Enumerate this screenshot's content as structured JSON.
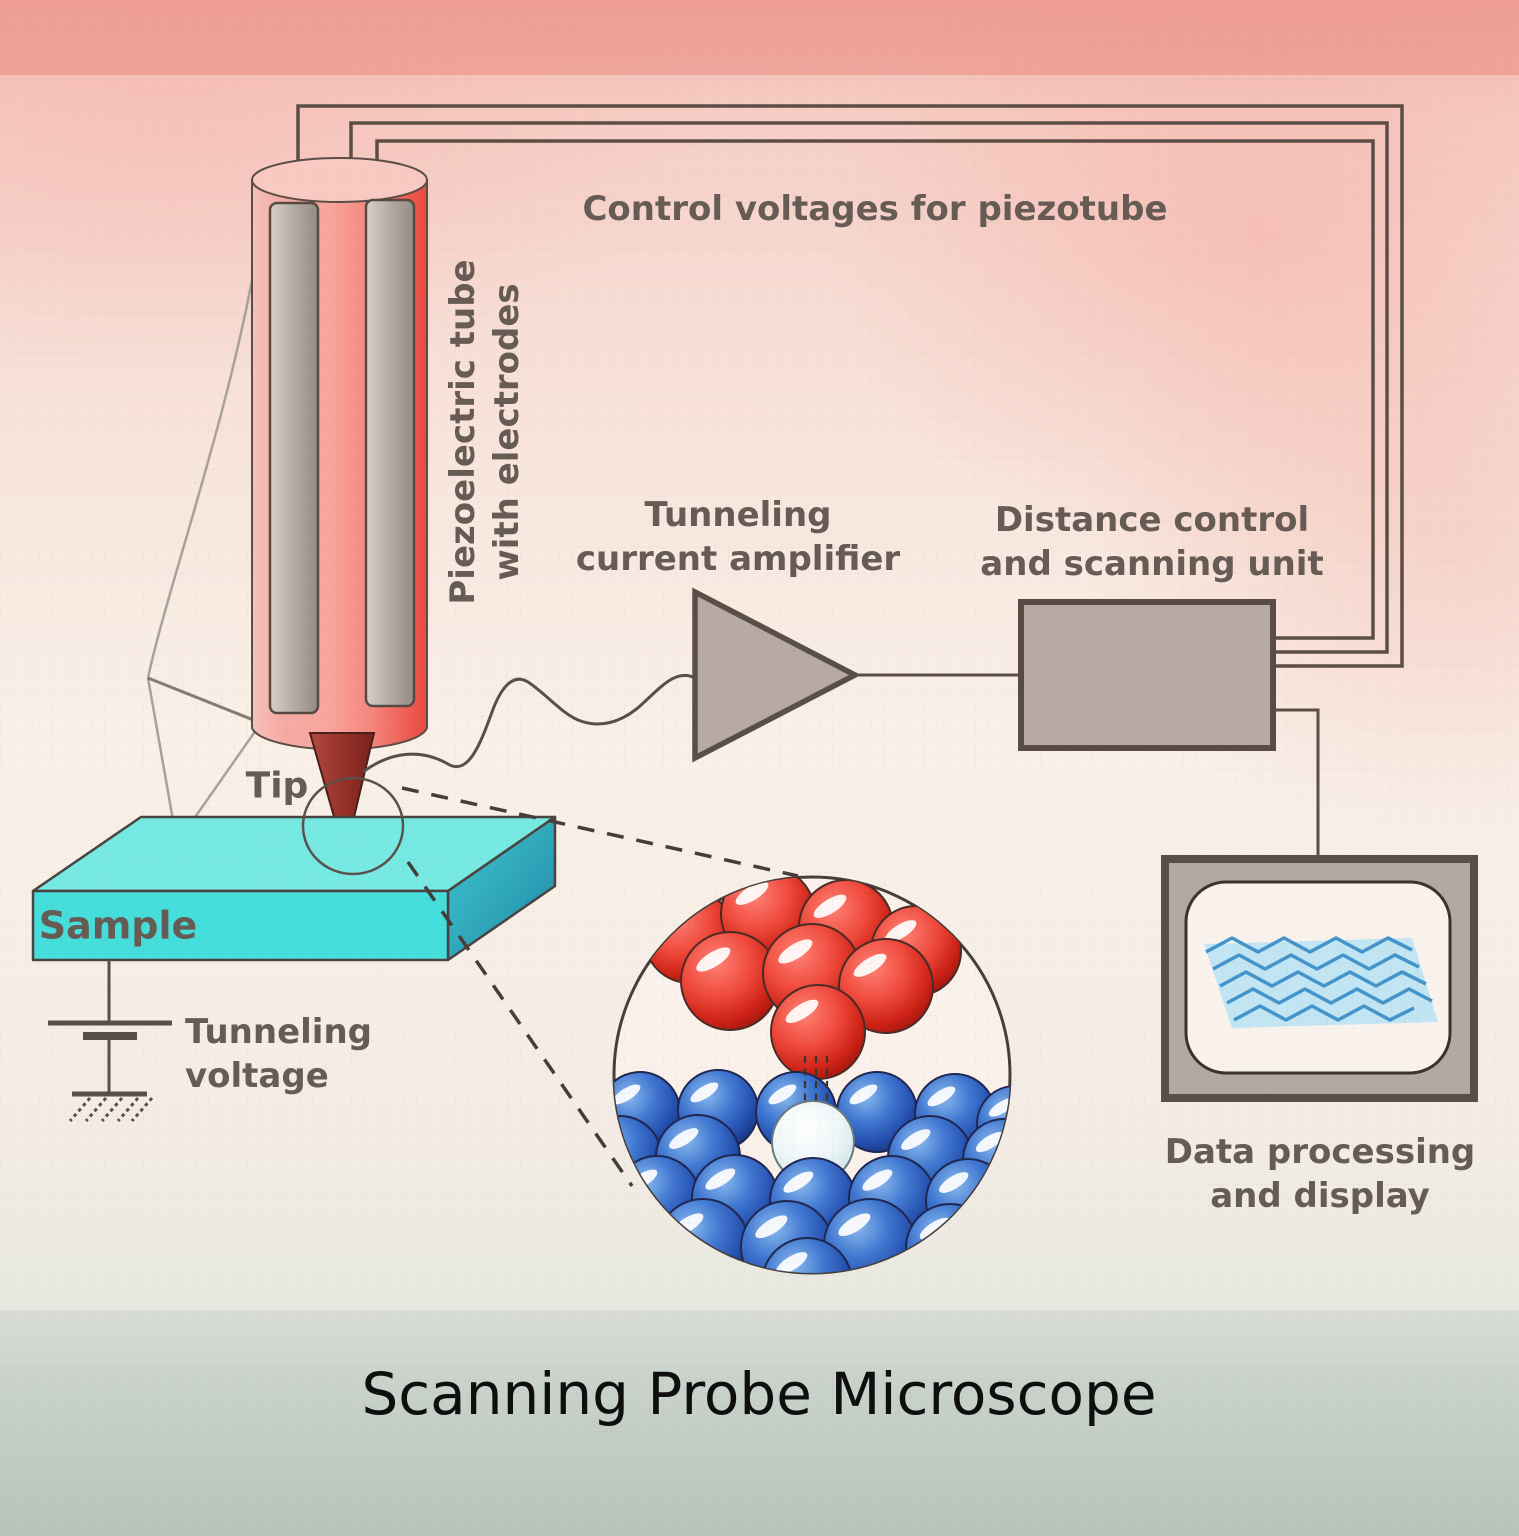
{
  "title": "Scanning Probe Microscope",
  "labels": {
    "control_voltages": "Control voltages for piezotube",
    "piezo_line1": "Piezoelectric tube",
    "piezo_line2": "with electrodes",
    "amplifier_line1": "Tunneling",
    "amplifier_line2": "current amplifier",
    "distance_line1": "Distance control",
    "distance_line2": "and scanning unit",
    "tip": "Tip",
    "sample": "Sample",
    "tunneling_voltage_line1": "Tunneling",
    "tunneling_voltage_line2": "voltage",
    "data_processing_line1": "Data processing",
    "data_processing_line2": "and display"
  },
  "palette": {
    "piezo_tube_red": "#ea4d45",
    "piezo_tube_pink": "#f5c0b8",
    "electrode_gray": "#a99f99",
    "tip_cone_red": "#8a2a22",
    "sample_cyan_top": "#76e9e2",
    "sample_cyan_front": "#45dedb",
    "sample_teal_side": "#2089a4",
    "box_gray": "#b7aaa4",
    "wire_brown": "#5b4e46",
    "label_gray": "#665c55",
    "atom_red": "#e03228",
    "atom_blue": "#2f62c4",
    "atom_light": "#dceef2",
    "screen_wave_blue": "#4494cc",
    "screen_wave_fill": "#c1e5f3",
    "background_pink": "#f6cfc6",
    "background_cream": "#f9f0e8",
    "background_green": "#d4ddd5"
  }
}
